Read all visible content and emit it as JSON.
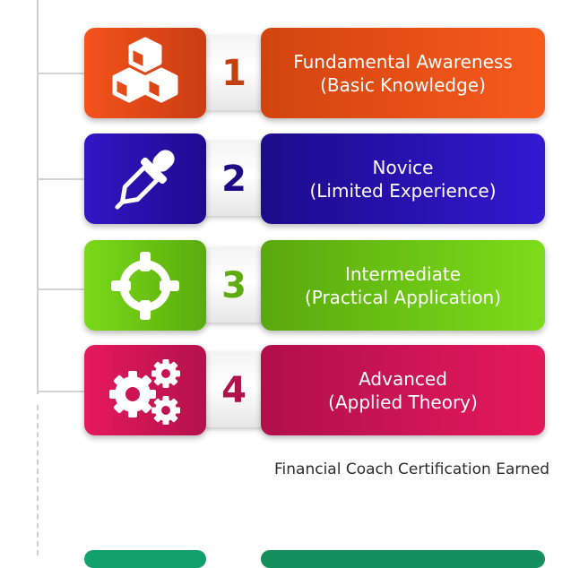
{
  "levels": [
    {
      "number": "1",
      "title": "Fundamental Awareness",
      "subtitle": "(Basic Knowledge)",
      "icon": "cubes-icon",
      "colors": {
        "icon_start": "#f4521c",
        "icon_end": "#c93d12",
        "label_start": "#d2440f",
        "label_end": "#f75a1d",
        "number": "#c3400f"
      }
    },
    {
      "number": "2",
      "title": "Novice",
      "subtitle": "(Limited Experience)",
      "icon": "dropper-icon",
      "colors": {
        "icon_start": "#3216c4",
        "icon_end": "#1f0a8f",
        "label_start": "#1d0b8a",
        "label_end": "#3318d0",
        "number": "#1d0b84"
      }
    },
    {
      "number": "3",
      "title": "Intermediate",
      "subtitle": "(Practical Application)",
      "icon": "crosshair-icon",
      "colors": {
        "icon_start": "#7ad919",
        "icon_end": "#5aac0d",
        "label_start": "#59a80d",
        "label_end": "#7ddc1a",
        "number": "#5fab12"
      }
    },
    {
      "number": "4",
      "title": "Advanced",
      "subtitle": "(Applied Theory)",
      "icon": "gears-icon",
      "colors": {
        "icon_start": "#e5195e",
        "icon_end": "#b3124a",
        "label_start": "#b0104a",
        "label_end": "#e5195d",
        "number": "#b0124a"
      }
    }
  ],
  "caption": "Financial Coach Certification Earned"
}
